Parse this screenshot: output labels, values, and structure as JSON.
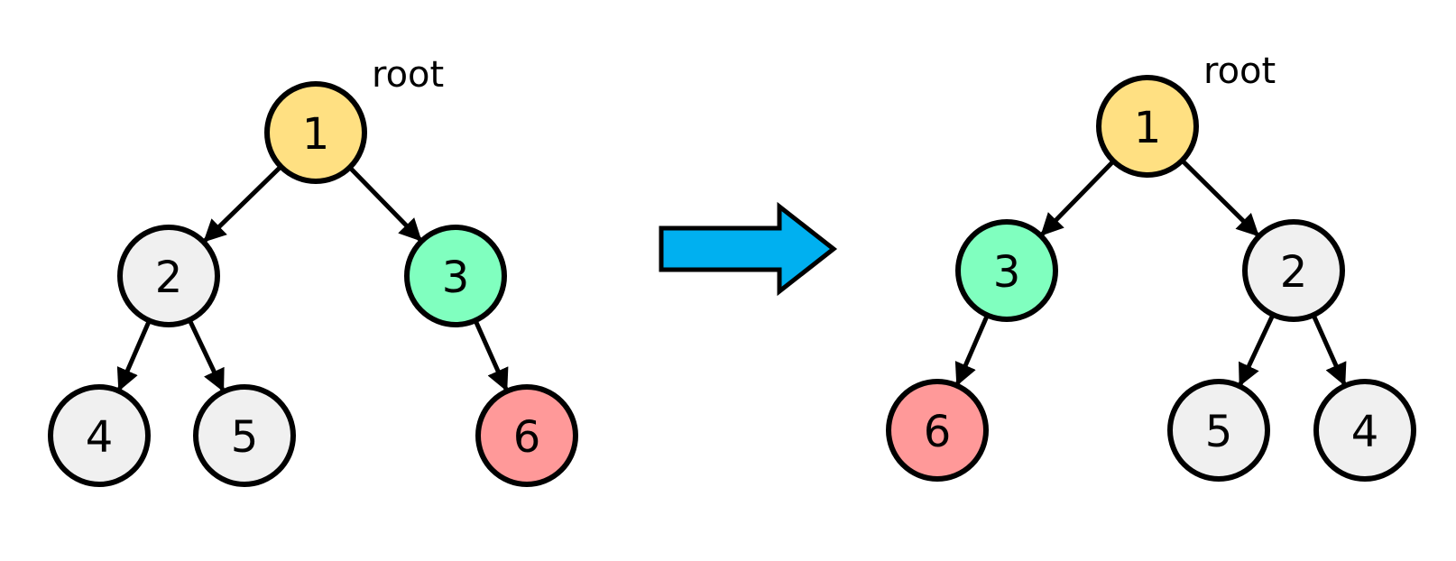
{
  "colors": {
    "root": "#ffe082",
    "green": "#80ffbf",
    "red": "#ff9999",
    "gray": "#f0f0f0",
    "arrow": "#00b0f0"
  },
  "before": {
    "root_label": "root",
    "nodes": [
      {
        "id": "1",
        "label": "1",
        "color": "root"
      },
      {
        "id": "2",
        "label": "2",
        "color": "gray"
      },
      {
        "id": "3",
        "label": "3",
        "color": "green"
      },
      {
        "id": "4",
        "label": "4",
        "color": "gray"
      },
      {
        "id": "5",
        "label": "5",
        "color": "gray"
      },
      {
        "id": "6",
        "label": "6",
        "color": "red"
      }
    ],
    "edges": [
      [
        "1",
        "2"
      ],
      [
        "1",
        "3"
      ],
      [
        "2",
        "4"
      ],
      [
        "2",
        "5"
      ],
      [
        "3",
        "6"
      ]
    ]
  },
  "after": {
    "root_label": "root",
    "nodes": [
      {
        "id": "1",
        "label": "1",
        "color": "root"
      },
      {
        "id": "3",
        "label": "3",
        "color": "green"
      },
      {
        "id": "2",
        "label": "2",
        "color": "gray"
      },
      {
        "id": "6",
        "label": "6",
        "color": "red"
      },
      {
        "id": "5",
        "label": "5",
        "color": "gray"
      },
      {
        "id": "4",
        "label": "4",
        "color": "gray"
      }
    ],
    "edges": [
      [
        "1",
        "3"
      ],
      [
        "1",
        "2"
      ],
      [
        "3",
        "6"
      ],
      [
        "2",
        "5"
      ],
      [
        "2",
        "4"
      ]
    ]
  }
}
